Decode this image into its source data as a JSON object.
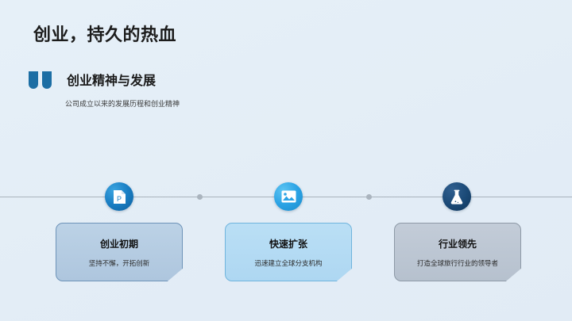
{
  "slide": {
    "title": "创业，持久的热血",
    "section": {
      "heading": "创业精神与发展",
      "subtitle": "公司成立以来的发展历程和创业精神",
      "quote_icon": "quote-mark-icon"
    },
    "accent_color": "#1c6ea4",
    "background_color": "#e4eef7",
    "timeline": {
      "line_color": "#a9b3bd",
      "milestones": [
        {
          "icon": "document-p-icon",
          "icon_circle_color": "#1a7fc4",
          "title": "创业初期",
          "description": "坚持不懈，开拓创新",
          "card_color": "#b4cce2"
        },
        {
          "icon": "image-picture-icon",
          "icon_circle_color": "#2ba3e5",
          "title": "快速扩张",
          "description": "迅速建立全球分支机构",
          "card_color": "#b4dbf4"
        },
        {
          "icon": "flask-lab-icon",
          "icon_circle_color": "#1b4a77",
          "title": "行业领先",
          "description": "打造全球旅行行业的领导者",
          "card_color": "#bcc6d3"
        }
      ]
    }
  }
}
